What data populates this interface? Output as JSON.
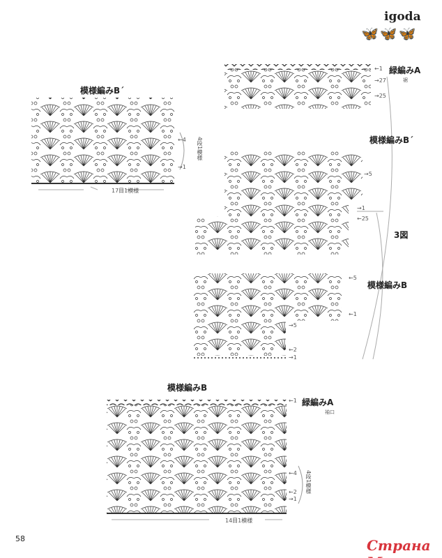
{
  "brand": "igoda",
  "page_number": "58",
  "watermark": "Страна Мам",
  "top_left": {
    "title": "模様編みB´",
    "row_markers": [
      "←4",
      "→1"
    ],
    "repeat_rows": "4段1模様",
    "repeat_stitches": "17目1模様"
  },
  "figure3": {
    "label": "3図",
    "edge_title": "緑編みA",
    "edge_note": "裾",
    "pattern_b_prime": "模様編みB´",
    "pattern_b": "模様編みB",
    "row_markers": [
      "←1",
      "→27",
      "→25",
      "→5",
      "→1",
      "←25",
      "←5",
      "←1",
      "→5",
      "←2",
      "→1"
    ]
  },
  "bottom": {
    "title": "模様編みB",
    "edge_title": "緑編みA",
    "edge_note": "袖口",
    "row_markers": [
      "←1",
      "←4",
      "←2",
      "→1"
    ],
    "repeat_rows": "4段1模様",
    "repeat_stitches": "14目1模様"
  }
}
